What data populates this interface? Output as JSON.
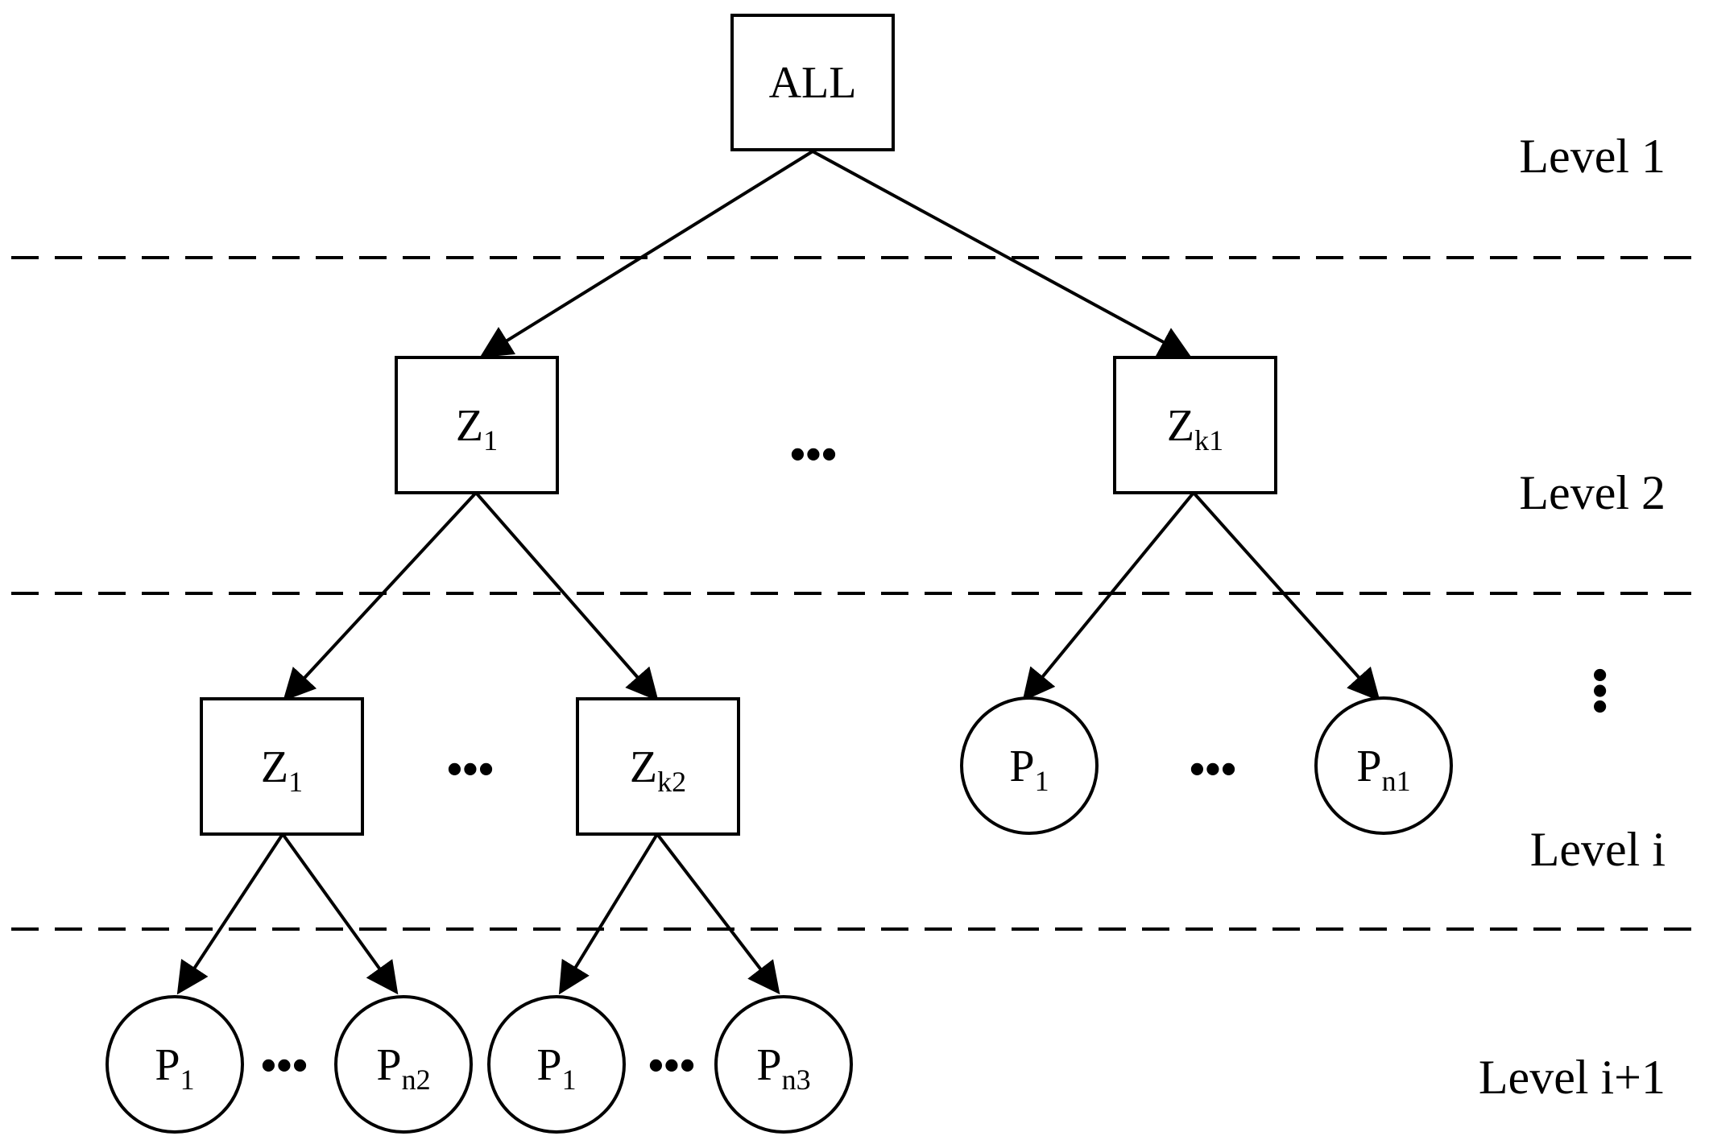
{
  "nodes": {
    "all": {
      "label": "ALL",
      "sub": ""
    },
    "z1_l2": {
      "label": "Z",
      "sub": "1"
    },
    "zk1": {
      "label": "Z",
      "sub": "k1"
    },
    "z1_li": {
      "label": "Z",
      "sub": "1"
    },
    "zk2": {
      "label": "Z",
      "sub": "k2"
    },
    "p1_li": {
      "label": "P",
      "sub": "1"
    },
    "pn1": {
      "label": "P",
      "sub": "n1"
    },
    "p1_a": {
      "label": "P",
      "sub": "1"
    },
    "pn2": {
      "label": "P",
      "sub": "n2"
    },
    "p1_b": {
      "label": "P",
      "sub": "1"
    },
    "pn3": {
      "label": "P",
      "sub": "n3"
    }
  },
  "levels": {
    "level1": "Level 1",
    "level2": "Level 2",
    "leveli": "Level i",
    "leveli1": "Level i+1"
  },
  "ellipsis": {
    "horizontal": "•••",
    "vertical": "•••"
  }
}
